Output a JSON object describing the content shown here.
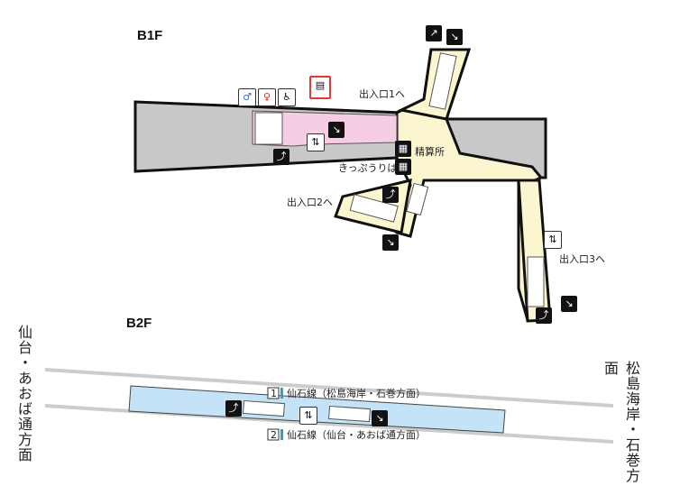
{
  "floors": {
    "b1": "B1F",
    "b2": "B2F"
  },
  "exits": {
    "exit1": "出入口1へ",
    "exit2": "出入口2へ",
    "exit3": "出入口3へ"
  },
  "facilities": {
    "fare_adjustment": "精算所",
    "ticket_office": "きっぷうりば"
  },
  "platforms": {
    "track1_num": "1",
    "track1_label": "仙石線（松島海岸・石巻方面）",
    "track2_num": "2",
    "track2_label": "仙石線（仙台・あおば通方面）"
  },
  "directions": {
    "left": "仙台・あおば通方面",
    "right": "松島海岸・石巻方面"
  },
  "icons": {
    "toilet_men": "men-toilet-icon",
    "toilet_women": "women-toilet-icon",
    "accessible": "accessible-toilet-icon",
    "locker": "coin-locker-icon",
    "escalator": "escalator-icon",
    "elevator": "elevator-icon",
    "stairs": "stairs-icon"
  },
  "colors": {
    "concourse": "#c8c8c8",
    "gate_area": "#fbf6cf",
    "toilet_area": "#f7cde3",
    "platform": "#c4e3f7",
    "highlight": "#e8382e"
  }
}
